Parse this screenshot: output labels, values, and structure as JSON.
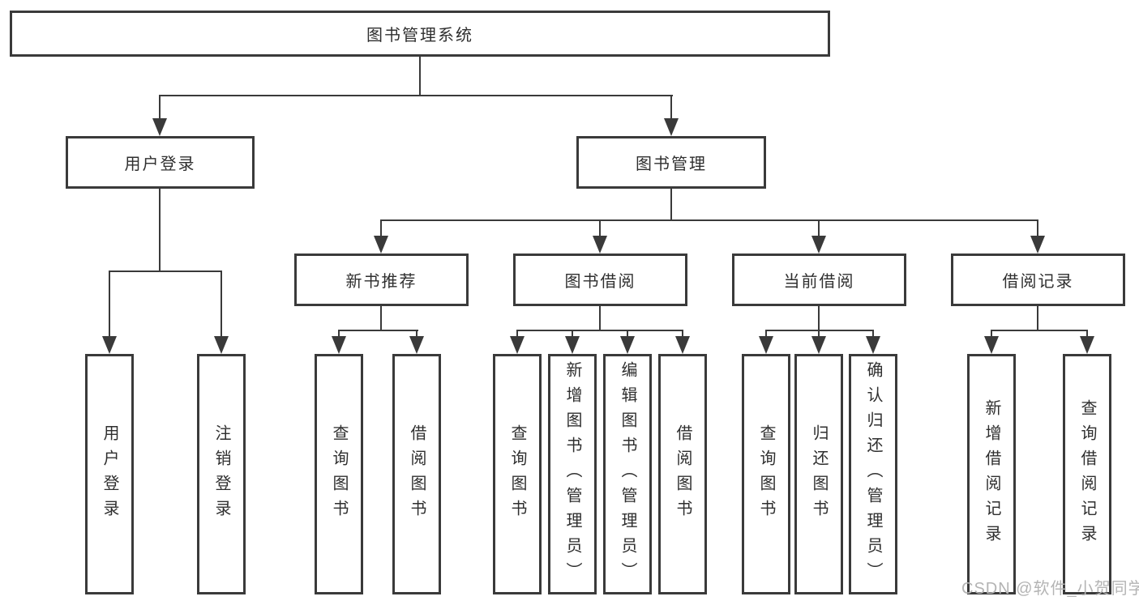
{
  "tree": {
    "label": "图书管理系统",
    "children": [
      {
        "label": "用户登录",
        "children": [
          {
            "label": "用户登录"
          },
          {
            "label": "注销登录"
          }
        ]
      },
      {
        "label": "图书管理",
        "children": [
          {
            "label": "新书推荐",
            "children": [
              {
                "label": "查询图书"
              },
              {
                "label": "借阅图书"
              }
            ]
          },
          {
            "label": "图书借阅",
            "children": [
              {
                "label": "查询图书"
              },
              {
                "label": "新增图书（管理员）"
              },
              {
                "label": "编辑图书（管理员）"
              },
              {
                "label": "借阅图书"
              }
            ]
          },
          {
            "label": "当前借阅",
            "children": [
              {
                "label": "查询图书"
              },
              {
                "label": "归还图书"
              },
              {
                "label": "确认归还（管理员）"
              }
            ]
          },
          {
            "label": "借阅记录",
            "children": [
              {
                "label": "新增借阅记录"
              },
              {
                "label": "查询借阅记录"
              }
            ]
          }
        ]
      }
    ]
  },
  "watermark": {
    "text": "CSDN @软件_小贺同学"
  },
  "colors": {
    "line": "#3a3a3a",
    "box_border": "#3a3a3a",
    "box_background": "#ffffff",
    "text": "#2f2f2f",
    "watermark": "#b4b4b4",
    "background": "#ffffff"
  }
}
